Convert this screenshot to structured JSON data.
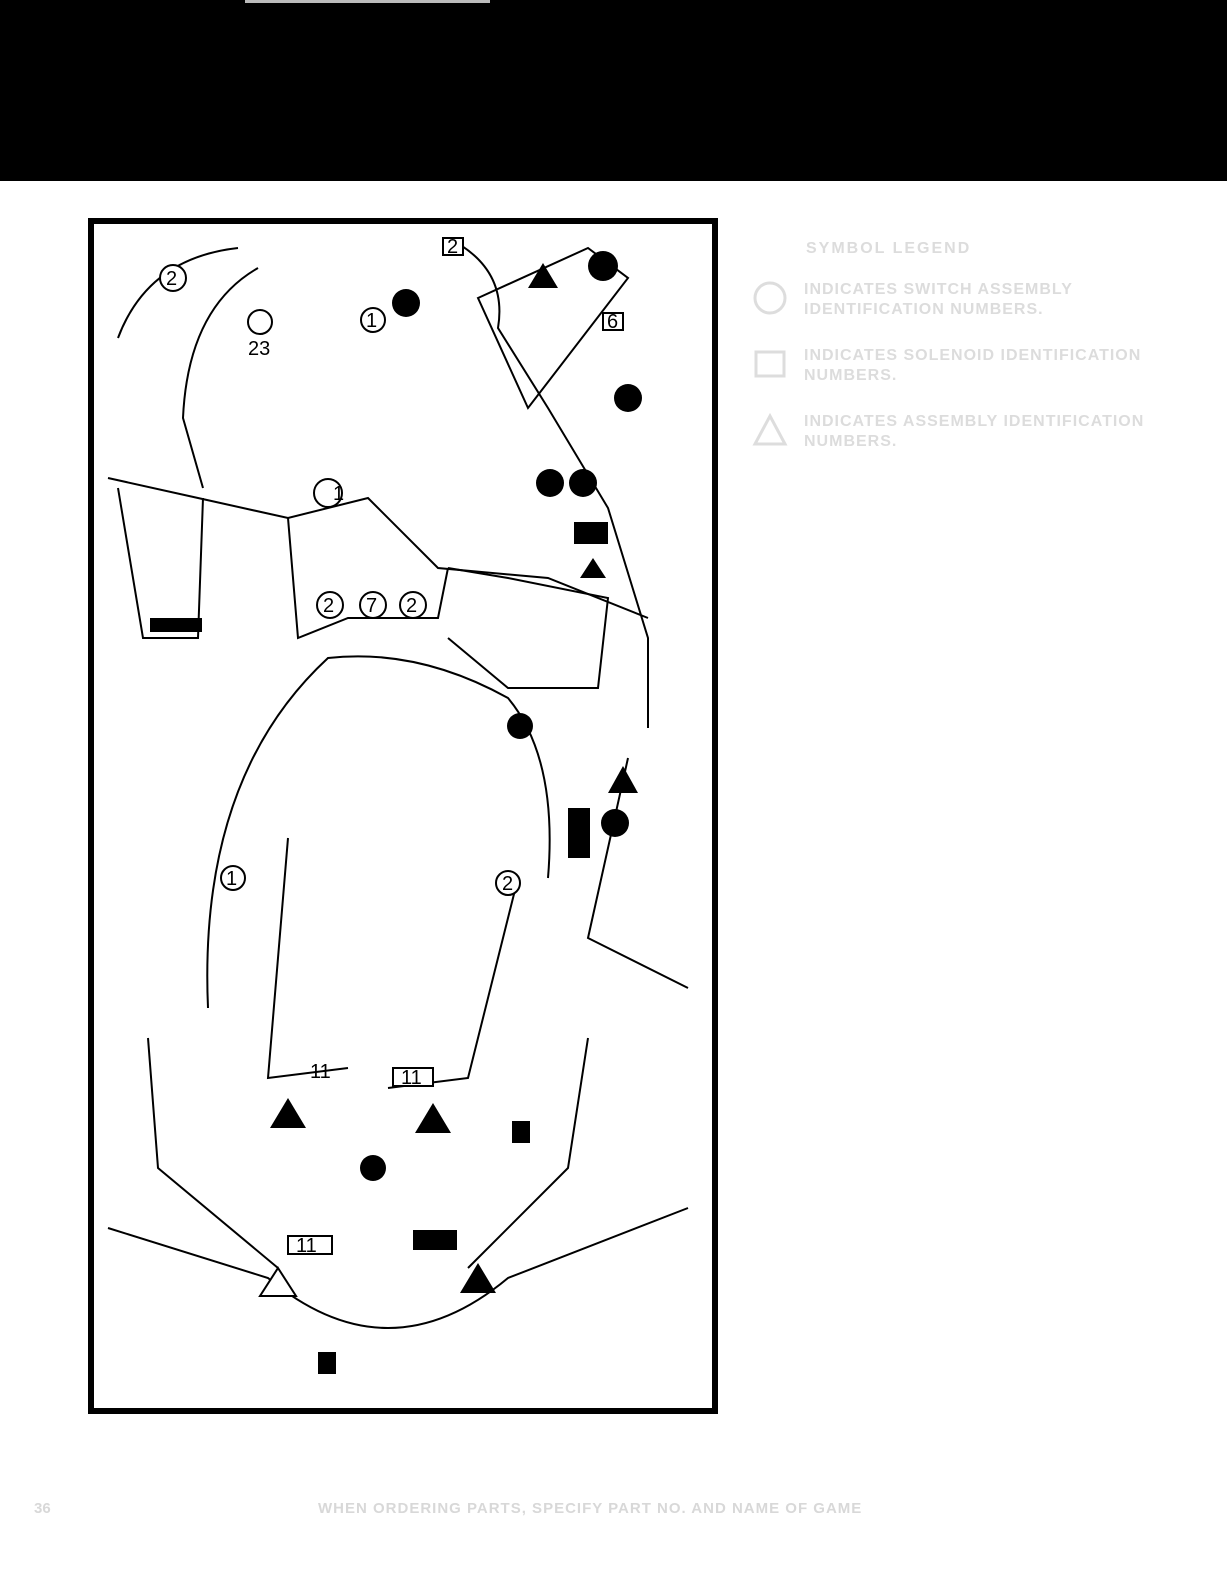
{
  "legend": {
    "title": "SYMBOL LEGEND",
    "items": [
      {
        "icon": "circle-icon",
        "text": "INDICATES SWITCH ASSEMBLY IDENTIFICATION NUMBERS."
      },
      {
        "icon": "square-icon",
        "text": "INDICATES SOLENOID IDENTIFICATION NUMBERS."
      },
      {
        "icon": "triangle-icon",
        "text": "INDICATES ASSEMBLY IDENTIFICATION NUMBERS."
      }
    ]
  },
  "diagram": {
    "labels": {
      "sw_2a": "2",
      "sw_23": "23",
      "sw_1a": "1",
      "sol_2": "2",
      "sol_6": "6",
      "sw_1b": "1",
      "sw_2b": "2",
      "sw_7": "7",
      "sw_2c": "2",
      "sw_1c": "1",
      "sw_2d": "2",
      "sol_11a": "11",
      "sol_11b": "11",
      "sol_11c": "11"
    }
  },
  "footer": {
    "page_number": "36",
    "text": "WHEN ORDERING PARTS, SPECIFY PART NO. AND NAME OF GAME"
  }
}
